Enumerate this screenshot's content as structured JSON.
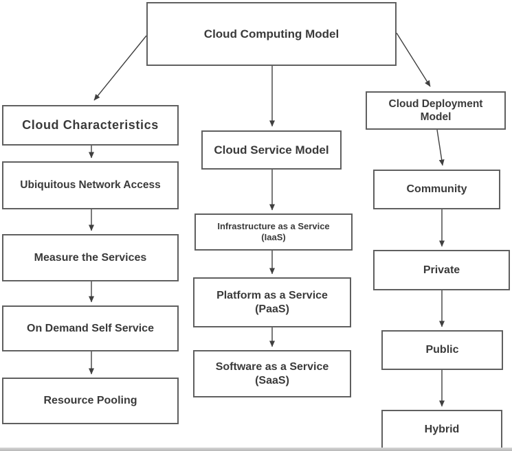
{
  "diagram": {
    "title": "Cloud Computing Model",
    "colors": {
      "background": "#ffffff",
      "box_border": "#5f5f5f",
      "text": "#3a3a3a",
      "arrow": "#3f3f3f",
      "bottom_strip": "#bfbfbf"
    },
    "root": {
      "label": "Cloud Computing Model"
    },
    "characteristics": {
      "header": "Cloud Characteristics",
      "items": [
        "Ubiquitous Network Access",
        "Measure the Services",
        "On Demand Self Service",
        "Resource Pooling"
      ]
    },
    "service_model": {
      "header": "Cloud Service Model",
      "items": [
        {
          "name": "Infrastructure as a Service",
          "abbr": "(IaaS)"
        },
        {
          "name": "Platform as a Service",
          "abbr": "(PaaS)"
        },
        {
          "name": "Software as a Service",
          "abbr": "(SaaS)"
        }
      ]
    },
    "deployment_model": {
      "header_line1": "Cloud Deployment",
      "header_line2": "Model",
      "items": [
        "Community",
        "Private",
        "Public",
        "Hybrid"
      ]
    },
    "edges": [
      [
        "Cloud Computing Model",
        "Cloud Characteristics"
      ],
      [
        "Cloud Computing Model",
        "Cloud Service Model"
      ],
      [
        "Cloud Computing Model",
        "Cloud Deployment Model"
      ],
      [
        "Cloud Characteristics",
        "Ubiquitous Network Access"
      ],
      [
        "Ubiquitous Network Access",
        "Measure the Services"
      ],
      [
        "Measure the Services",
        "On Demand Self Service"
      ],
      [
        "On Demand Self Service",
        "Resource Pooling"
      ],
      [
        "Cloud Service Model",
        "Infrastructure as a Service (IaaS)"
      ],
      [
        "Infrastructure as a Service (IaaS)",
        "Platform as a Service (PaaS)"
      ],
      [
        "Platform as a Service (PaaS)",
        "Software as a Service (SaaS)"
      ],
      [
        "Cloud Deployment Model",
        "Community"
      ],
      [
        "Community",
        "Private"
      ],
      [
        "Private",
        "Public"
      ],
      [
        "Public",
        "Hybrid"
      ]
    ]
  }
}
